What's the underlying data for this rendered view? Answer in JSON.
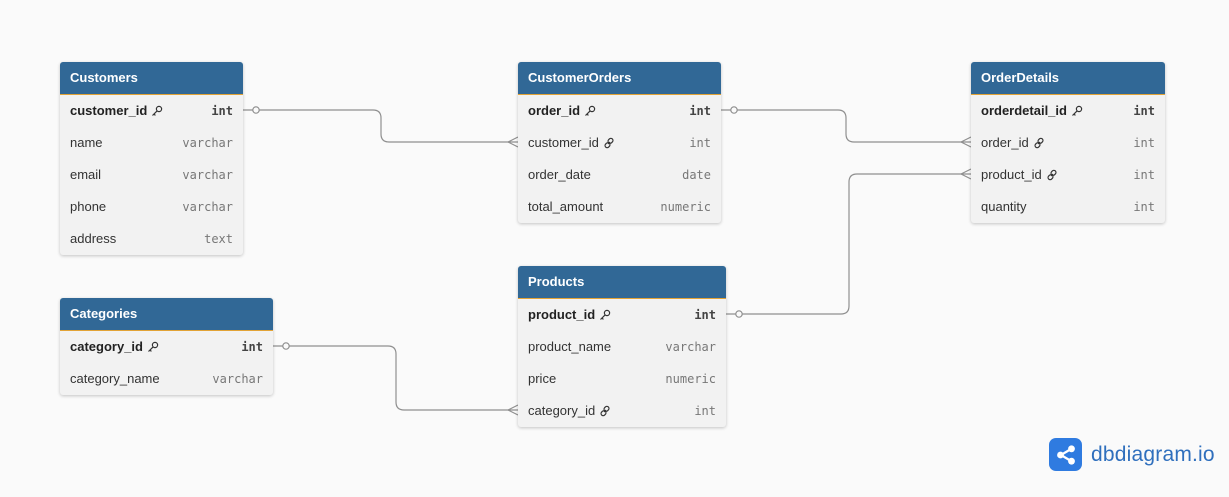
{
  "tables": [
    {
      "id": "customers",
      "title": "Customers",
      "fields": [
        {
          "name": "customer_id",
          "type": "int",
          "pk": true
        },
        {
          "name": "name",
          "type": "varchar"
        },
        {
          "name": "email",
          "type": "varchar"
        },
        {
          "name": "phone",
          "type": "varchar"
        },
        {
          "name": "address",
          "type": "text"
        }
      ]
    },
    {
      "id": "customer-orders",
      "title": "CustomerOrders",
      "fields": [
        {
          "name": "order_id",
          "type": "int",
          "pk": true
        },
        {
          "name": "customer_id",
          "type": "int",
          "fk": true
        },
        {
          "name": "order_date",
          "type": "date"
        },
        {
          "name": "total_amount",
          "type": "numeric"
        }
      ]
    },
    {
      "id": "order-details",
      "title": "OrderDetails",
      "fields": [
        {
          "name": "orderdetail_id",
          "type": "int",
          "pk": true
        },
        {
          "name": "order_id",
          "type": "int",
          "fk": true
        },
        {
          "name": "product_id",
          "type": "int",
          "fk": true
        },
        {
          "name": "quantity",
          "type": "int"
        }
      ]
    },
    {
      "id": "categories",
      "title": "Categories",
      "fields": [
        {
          "name": "category_id",
          "type": "int",
          "pk": true
        },
        {
          "name": "category_name",
          "type": "varchar"
        }
      ]
    },
    {
      "id": "products",
      "title": "Products",
      "fields": [
        {
          "name": "product_id",
          "type": "int",
          "pk": true
        },
        {
          "name": "product_name",
          "type": "varchar"
        },
        {
          "name": "price",
          "type": "numeric"
        },
        {
          "name": "category_id",
          "type": "int",
          "fk": true
        }
      ]
    }
  ],
  "relationships": [
    {
      "from": "customers.customer_id",
      "to": "customer-orders.customer_id",
      "type": "one-to-many"
    },
    {
      "from": "customer-orders.order_id",
      "to": "order-details.order_id",
      "type": "one-to-many"
    },
    {
      "from": "products.product_id",
      "to": "order-details.product_id",
      "type": "one-to-many"
    },
    {
      "from": "categories.category_id",
      "to": "products.category_id",
      "type": "one-to-many"
    }
  ],
  "icons": {
    "primary_key": "key-icon",
    "foreign_key": "link-icon"
  },
  "brand": {
    "name": "dbdiagram.io",
    "logo": "share-nodes-icon"
  },
  "colors": {
    "header": "#316896",
    "header_text": "#ffffff",
    "body": "#f2f2f2",
    "edge": "#8f8f8f",
    "brand": "#2f6fbd"
  }
}
